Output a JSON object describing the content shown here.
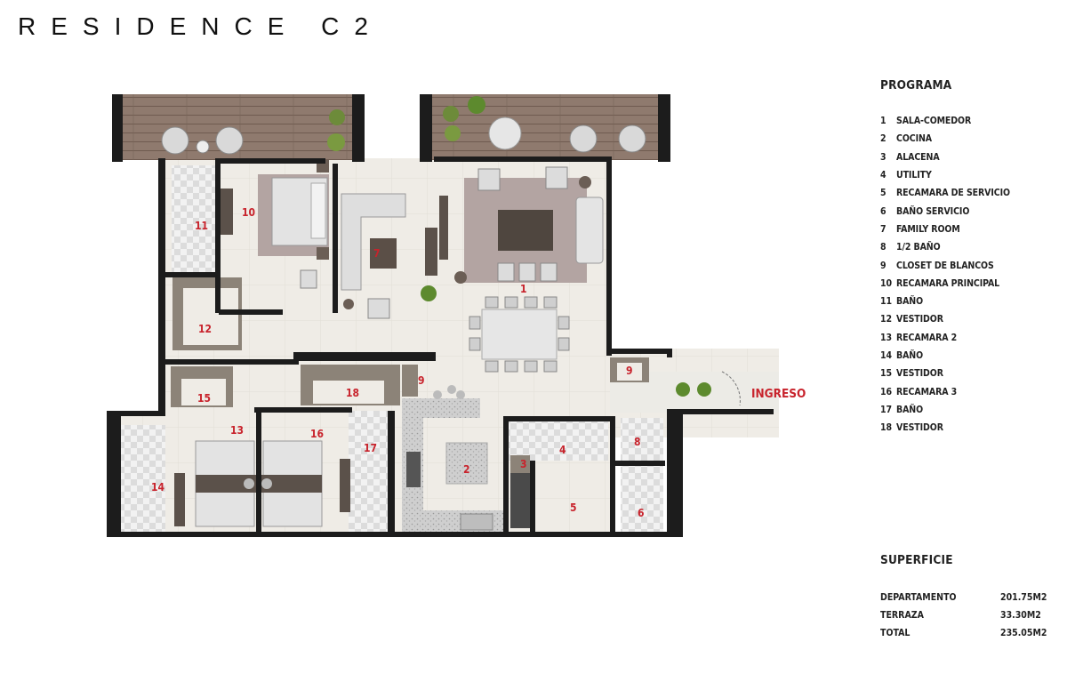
{
  "header": {
    "title": "RESIDENCE C2"
  },
  "plan": {
    "entrance_label": "INGRESO",
    "room_numbers": [
      "1",
      "2",
      "3",
      "4",
      "5",
      "6",
      "7",
      "8",
      "9",
      "9",
      "10",
      "11",
      "12",
      "13",
      "14",
      "15",
      "16",
      "17",
      "18"
    ]
  },
  "programa": {
    "title": "PROGRAMA",
    "items": [
      {
        "num": "1",
        "label": "SALA-COMEDOR"
      },
      {
        "num": "2",
        "label": "COCINA"
      },
      {
        "num": "3",
        "label": "ALACENA"
      },
      {
        "num": "4",
        "label": "UTILITY"
      },
      {
        "num": "5",
        "label": "RECAMARA DE SERVICIO"
      },
      {
        "num": "6",
        "label": "BAÑO SERVICIO"
      },
      {
        "num": "7",
        "label": "FAMILY ROOM"
      },
      {
        "num": "8",
        "label": "1/2 BAÑO"
      },
      {
        "num": "9",
        "label": "CLOSET DE BLANCOS"
      },
      {
        "num": "10",
        "label": "RECAMARA PRINCIPAL"
      },
      {
        "num": "11",
        "label": "BAÑO"
      },
      {
        "num": "12",
        "label": "VESTIDOR"
      },
      {
        "num": "13",
        "label": "RECAMARA 2"
      },
      {
        "num": "14",
        "label": "BAÑO"
      },
      {
        "num": "15",
        "label": "VESTIDOR"
      },
      {
        "num": "16",
        "label": "RECAMARA 3"
      },
      {
        "num": "17",
        "label": "BAÑO"
      },
      {
        "num": "18",
        "label": "VESTIDOR"
      }
    ]
  },
  "superficie": {
    "title": "SUPERFICIE",
    "rows": [
      {
        "label": "DEPARTAMENTO",
        "value": "201.75M2"
      },
      {
        "label": "TERRAZA",
        "value": "33.30M2"
      },
      {
        "label": "TOTAL",
        "value": "235.05M2"
      }
    ]
  },
  "colors": {
    "wall": "#1c1c1c",
    "floor": "#eeebe4",
    "deck": "#8a7468",
    "rug": "#b3a4a2",
    "closet": "#8c8378",
    "label_red": "#c8232c"
  }
}
